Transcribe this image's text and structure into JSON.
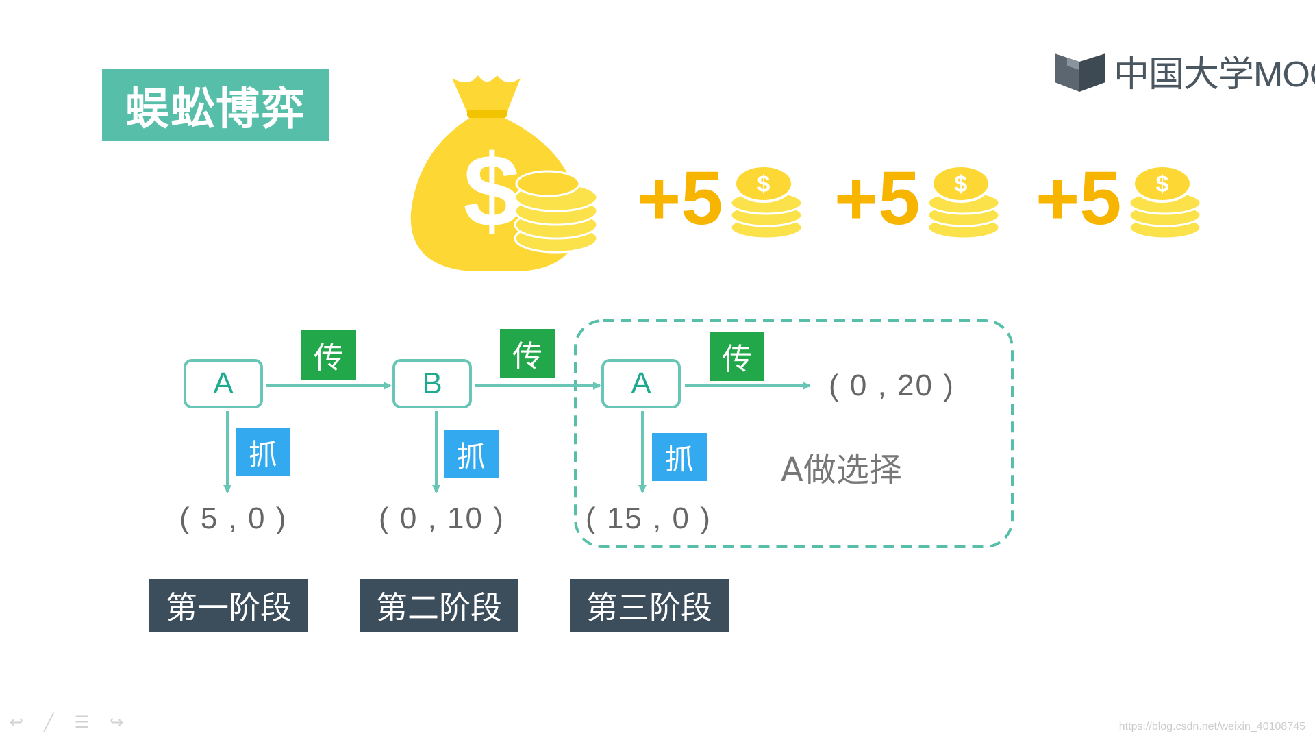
{
  "title": "蜈蚣博弈",
  "logo": {
    "text": "中国大学MOOC"
  },
  "money": {
    "bag_symbol": "$",
    "coin_symbol": "$",
    "increments": [
      "+5",
      "+5",
      "+5"
    ],
    "colors": {
      "bag": "#fdd835",
      "coin": "#fbe14a",
      "plus": "#f7b500"
    }
  },
  "diagram": {
    "nodes": [
      "A",
      "B",
      "A"
    ],
    "pass_label": "传",
    "grab_label": "抓",
    "payoffs": [
      "( 5 , 0 )",
      "( 0 , 10 )",
      "( 15 , 0 )"
    ],
    "final_payoff": "( 0 , 20 )",
    "choice_note": "A做选择",
    "stages": [
      "第一阶段",
      "第二阶段",
      "第三阶段"
    ],
    "colors": {
      "node_border": "#69c5b5",
      "node_text": "#1fa98e",
      "pass_tag": "#22a84a",
      "grab_tag": "#33aaf0",
      "stage_bg": "#3c4d5c",
      "title_bg": "#57bfa9"
    }
  },
  "footer": {
    "icons": [
      "back-icon",
      "pen-icon",
      "menu-icon",
      "forward-icon"
    ],
    "watermark": "https://blog.csdn.net/weixin_40108745"
  }
}
